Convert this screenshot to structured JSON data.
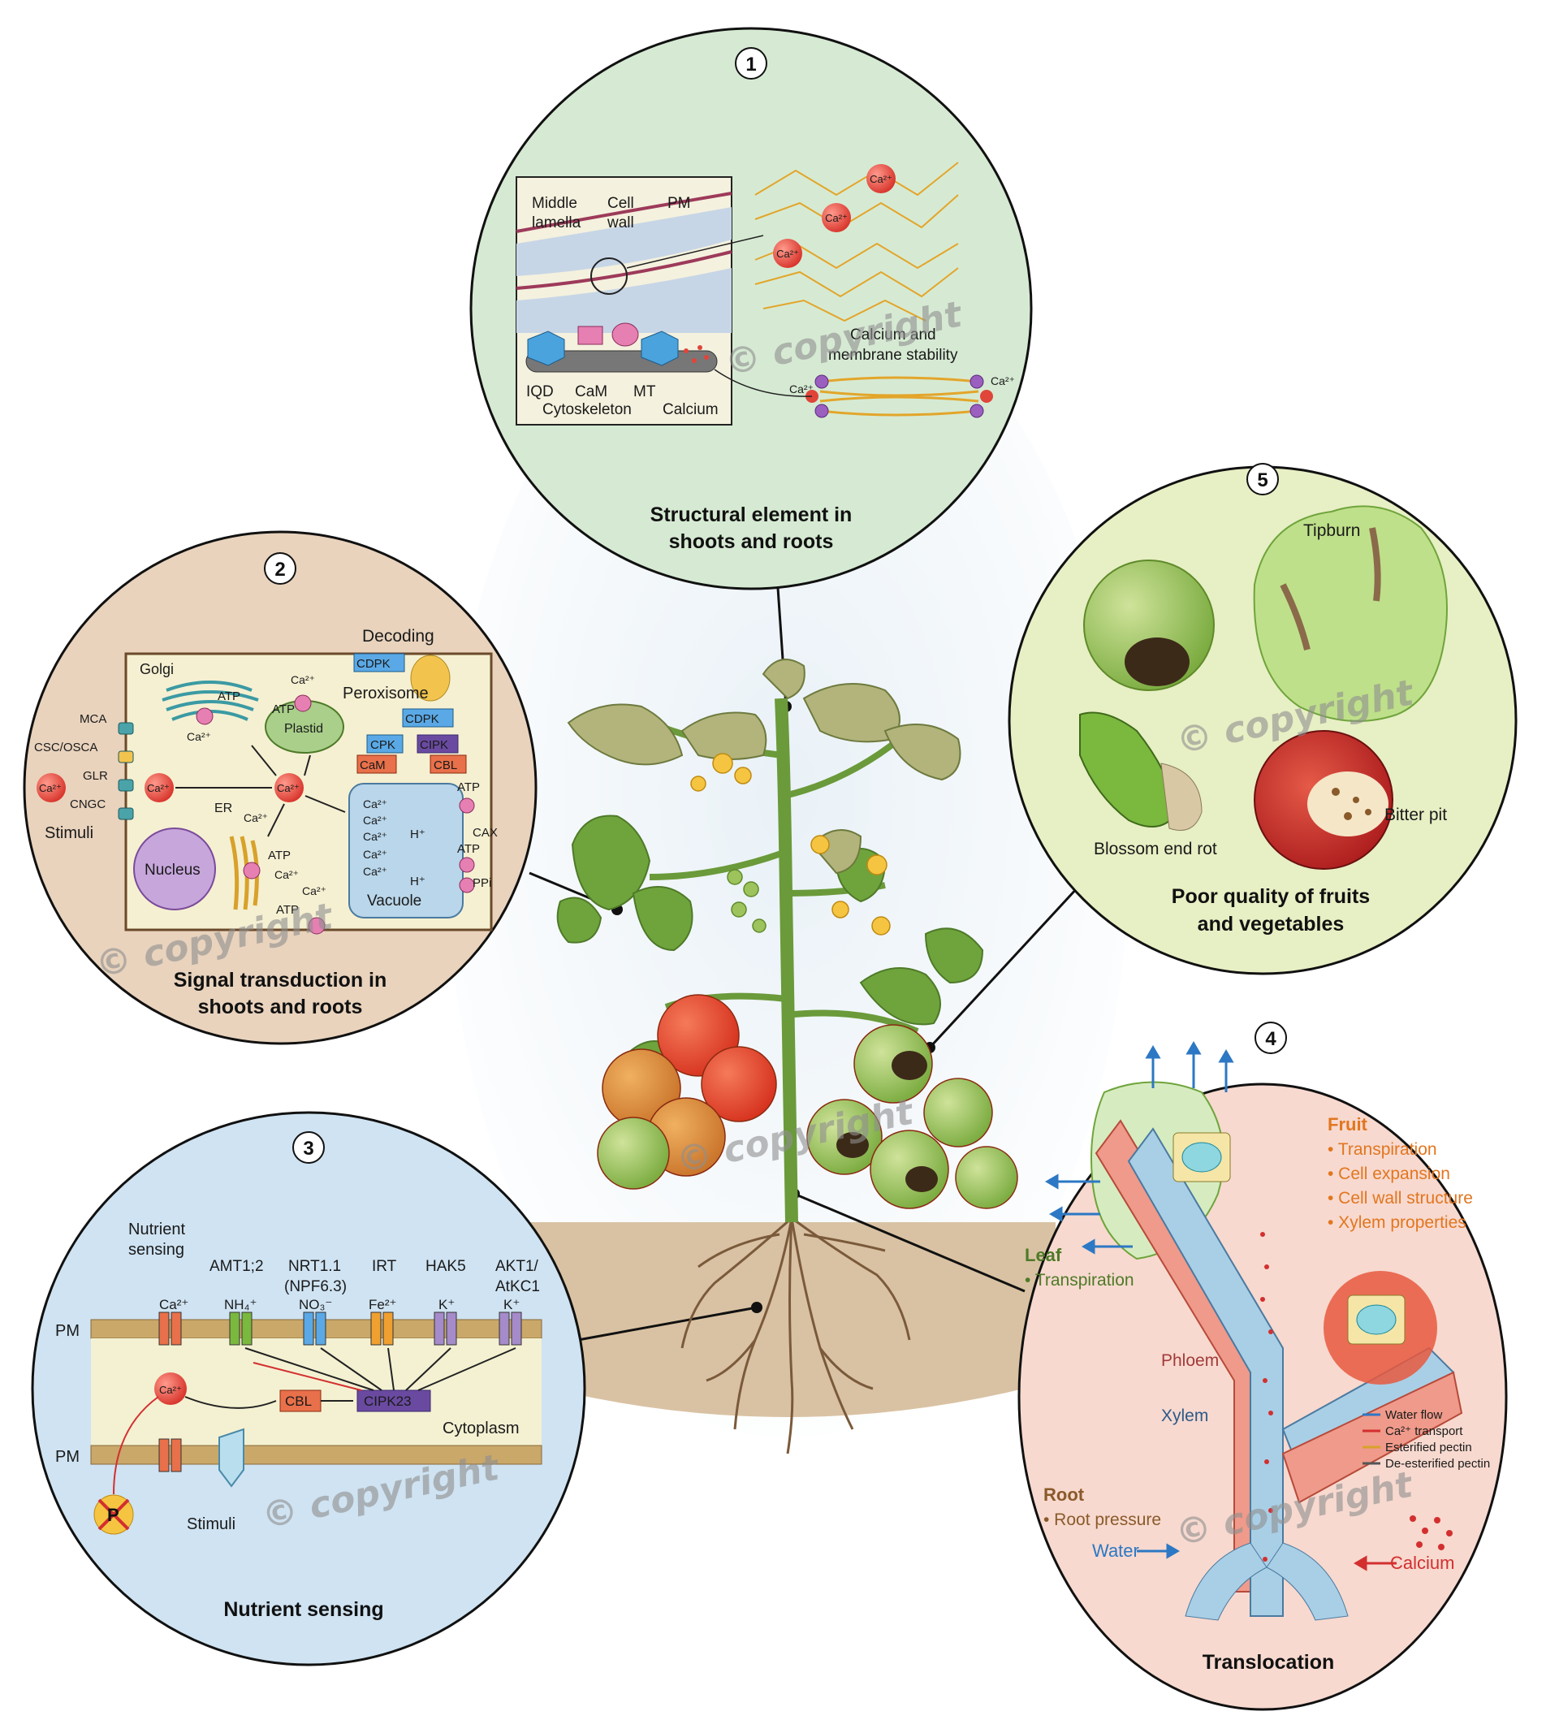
{
  "panels": {
    "p1": {
      "number": "1",
      "title_line1": "Structural element in",
      "title_line2": "shoots and roots",
      "labels": {
        "middle": "Middle",
        "lamella": "lamella",
        "cell": "Cell",
        "wall": "wall",
        "pm": "PM",
        "iqd": "IQD",
        "cam": "CaM",
        "mt": "MT",
        "cytoskeleton": "Cytoskeleton",
        "calcium": "Calcium",
        "calcium_and": "Calcium and",
        "membrane_stability": "membrane stability",
        "ca": "Ca²⁺"
      }
    },
    "p2": {
      "number": "2",
      "title_line1": "Signal transduction in",
      "title_line2": "shoots and roots",
      "labels": {
        "decoding": "Decoding",
        "golgi": "Golgi",
        "cdpk": "CDPK",
        "peroxisome": "Peroxisome",
        "plastid": "Plastid",
        "cpk": "CPK",
        "cipk": "CIPK",
        "cam": "CaM",
        "cbl": "CBL",
        "mca": "MCA",
        "csc": "CSC/OSCA",
        "glr": "GLR",
        "cngc": "CNGC",
        "stimuli": "Stimuli",
        "er": "ER",
        "nucleus": "Nucleus",
        "vacuole": "Vacuole",
        "atp": "ATP",
        "cax": "CAX",
        "h": "H⁺",
        "ppi": "PPi",
        "ca": "Ca²⁺"
      }
    },
    "p3": {
      "number": "3",
      "title": "Nutrient sensing",
      "labels": {
        "nutrient": "Nutrient",
        "sensing": "sensing",
        "amt": "AMT1;2",
        "nrt": "NRT1.1",
        "npf": "(NPF6.3)",
        "irt": "IRT",
        "hak5": "HAK5",
        "akt1": "AKT1/",
        "atkc1": "AtKC1",
        "ca": "Ca²⁺",
        "nh4": "NH₄⁺",
        "no3": "NO₃⁻",
        "fe": "Fe²⁺",
        "k": "K⁺",
        "pm": "PM",
        "cbl": "CBL",
        "cipk23": "CIPK23",
        "cytoplasm": "Cytoplasm",
        "stimuli": "Stimuli",
        "p": "P"
      }
    },
    "p4": {
      "number": "4",
      "title": "Translocation",
      "labels": {
        "fruit": "Fruit",
        "f1": "• Transpiration",
        "f2": "• Cell expansion",
        "f3": "• Cell wall structure",
        "f4": "• Xylem properties",
        "leaf": "Leaf",
        "l1": "• Transpiration",
        "phloem": "Phloem",
        "xylem": "Xylem",
        "root": "Root",
        "r1": "• Root pressure",
        "water": "Water",
        "calcium": "Calcium",
        "leg1": "Water flow",
        "leg2": "Ca²⁺ transport",
        "leg3": "Esterified pectin",
        "leg4": "De-esterified pectin"
      }
    },
    "p5": {
      "number": "5",
      "title_line1": "Poor quality of fruits",
      "title_line2": "and vegetables",
      "labels": {
        "tipburn": "Tipburn",
        "blossom": "Blossom end rot",
        "bitter": "Bitter pit"
      }
    }
  },
  "watermark": "© copyright",
  "colors": {
    "p1_bg": "#d6ead3",
    "p2_bg": "#e9d3bd",
    "p3_bg": "#cfe3f2",
    "p4_bg": "#f7d9cf",
    "p5_bg": "#e7efc4",
    "ca_red": "#e0453a",
    "fruit_orange": "#e2761f",
    "leaf_green": "#4e7a28",
    "xylem_blue": "#2c78c4"
  }
}
